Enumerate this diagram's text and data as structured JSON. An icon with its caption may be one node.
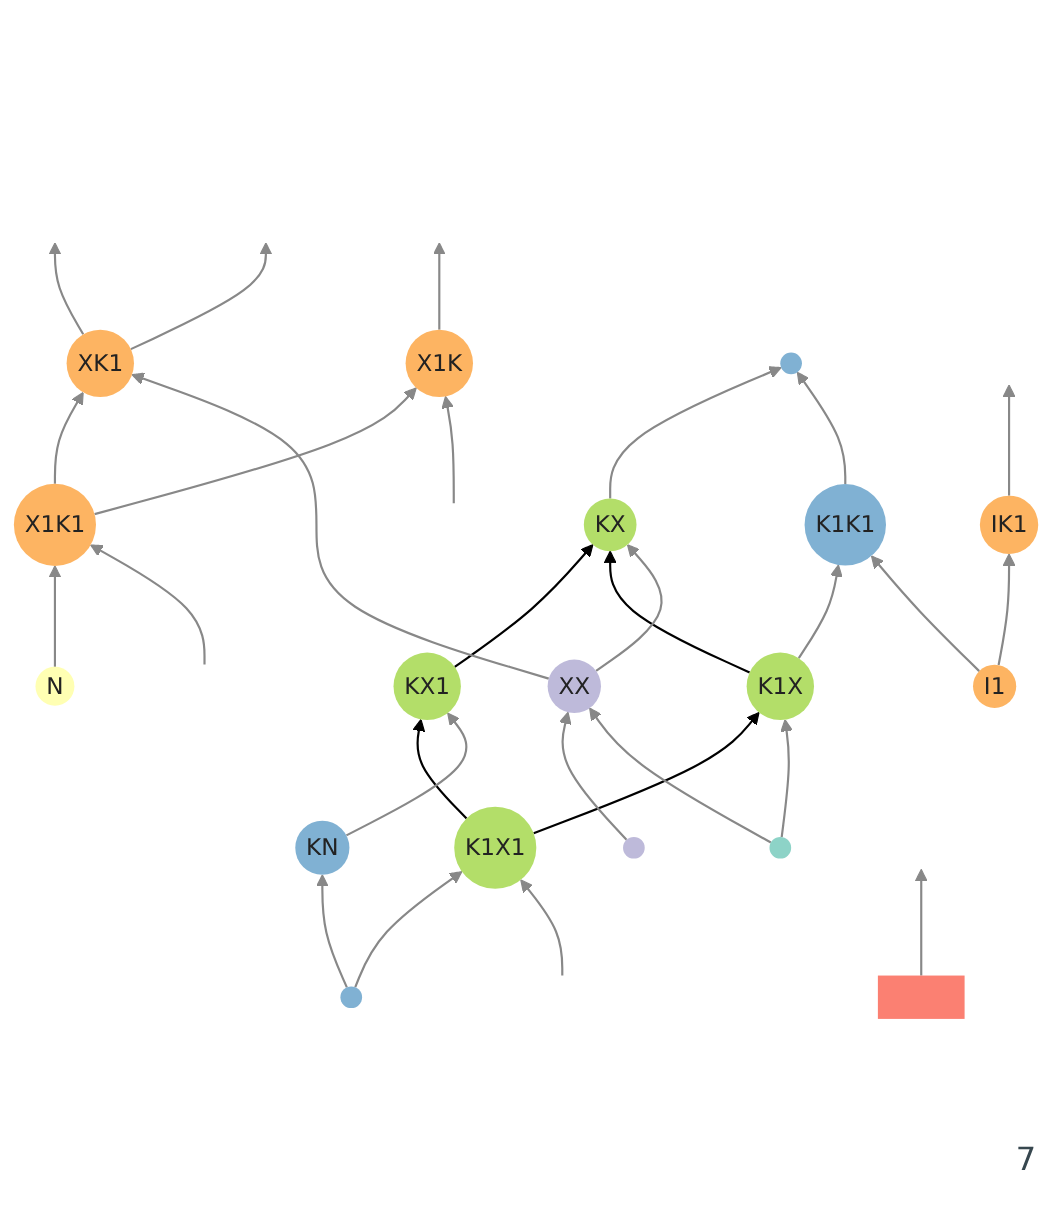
{
  "diagram": {
    "nodes": [
      {
        "text": [
          "X1K"
        ]
      },
      {
        "text": [
          "XK1"
        ]
      },
      {
        "text": [
          "KX"
        ]
      },
      {
        "text": [
          "K1K1"
        ]
      },
      {
        "text": [
          "IK1"
        ]
      },
      {
        "text": [
          "X1K1"
        ]
      },
      {
        "text": [
          "KX1"
        ]
      },
      {
        "text": [
          "K1X"
        ]
      },
      {
        "text": [
          "I1"
        ]
      },
      {
        "text": [
          "KN"
        ]
      },
      {
        "text": [
          "K1X1"
        ]
      },
      {
        "text": [
          "XX"
        ]
      },
      {
        "text": [
          "N"
        ]
      },
      {
        "text": [],
        "shape": "circle"
      },
      {
        "text": [],
        "shape": "box"
      },
      {
        "text": [],
        "shape": "circle"
      },
      {
        "text": [],
        "shape": "circle"
      },
      {
        "text": [],
        "shape": "circle"
      }
    ],
    "edges": [
      {
        "from": 10,
        "to": 6,
        "arrow": "to",
        "color": "#000000"
      },
      {
        "from": 10,
        "to": 7,
        "arrow": "to",
        "color": "#000000"
      },
      {
        "from": 6,
        "to": 2,
        "arrow": "to",
        "color": "#000000"
      },
      {
        "from": 7,
        "to": 2,
        "arrow": "to",
        "color": "#000000"
      },
      {
        "from": 2,
        "to": 13,
        "arrow": "to"
      },
      {
        "from": 3,
        "to": 13,
        "arrow": "to"
      },
      {
        "from": 0,
        "to": null,
        "arrow": "to"
      },
      {
        "from": 1,
        "to": null,
        "arrow": "to"
      },
      {
        "from": 1,
        "to": null,
        "arrow": "to"
      },
      {
        "from": 4,
        "to": null,
        "arrow": "to"
      },
      {
        "from": 5,
        "to": 0,
        "arrow": "to"
      },
      {
        "from": 5,
        "to": 1,
        "arrow": "to"
      },
      {
        "from": null,
        "to": 0,
        "arrow": "to"
      },
      {
        "from": 11,
        "to": 1,
        "arrow": "to"
      },
      {
        "from": 11,
        "to": 2,
        "arrow": "to"
      },
      {
        "from": 7,
        "to": 3,
        "arrow": "to"
      },
      {
        "from": 8,
        "to": 3,
        "arrow": "to"
      },
      {
        "from": 8,
        "to": 4,
        "arrow": "to"
      },
      {
        "from": 12,
        "to": 5,
        "arrow": "to"
      },
      {
        "from": null,
        "to": 5,
        "arrow": "to"
      },
      {
        "from": 9,
        "to": 6,
        "arrow": "to"
      },
      {
        "from": 17,
        "to": 7,
        "arrow": "to"
      },
      {
        "from": 15,
        "to": 9,
        "arrow": "to"
      },
      {
        "from": 15,
        "to": 10,
        "arrow": "to"
      },
      {
        "from": null,
        "to": 10,
        "arrow": "to"
      },
      {
        "from": 16,
        "to": 11,
        "arrow": "to"
      },
      {
        "from": 17,
        "to": 11,
        "arrow": "to"
      },
      {
        "from": 14,
        "to": null,
        "arrow": "to"
      }
    ],
    "labels": [
      "7"
    ]
  }
}
